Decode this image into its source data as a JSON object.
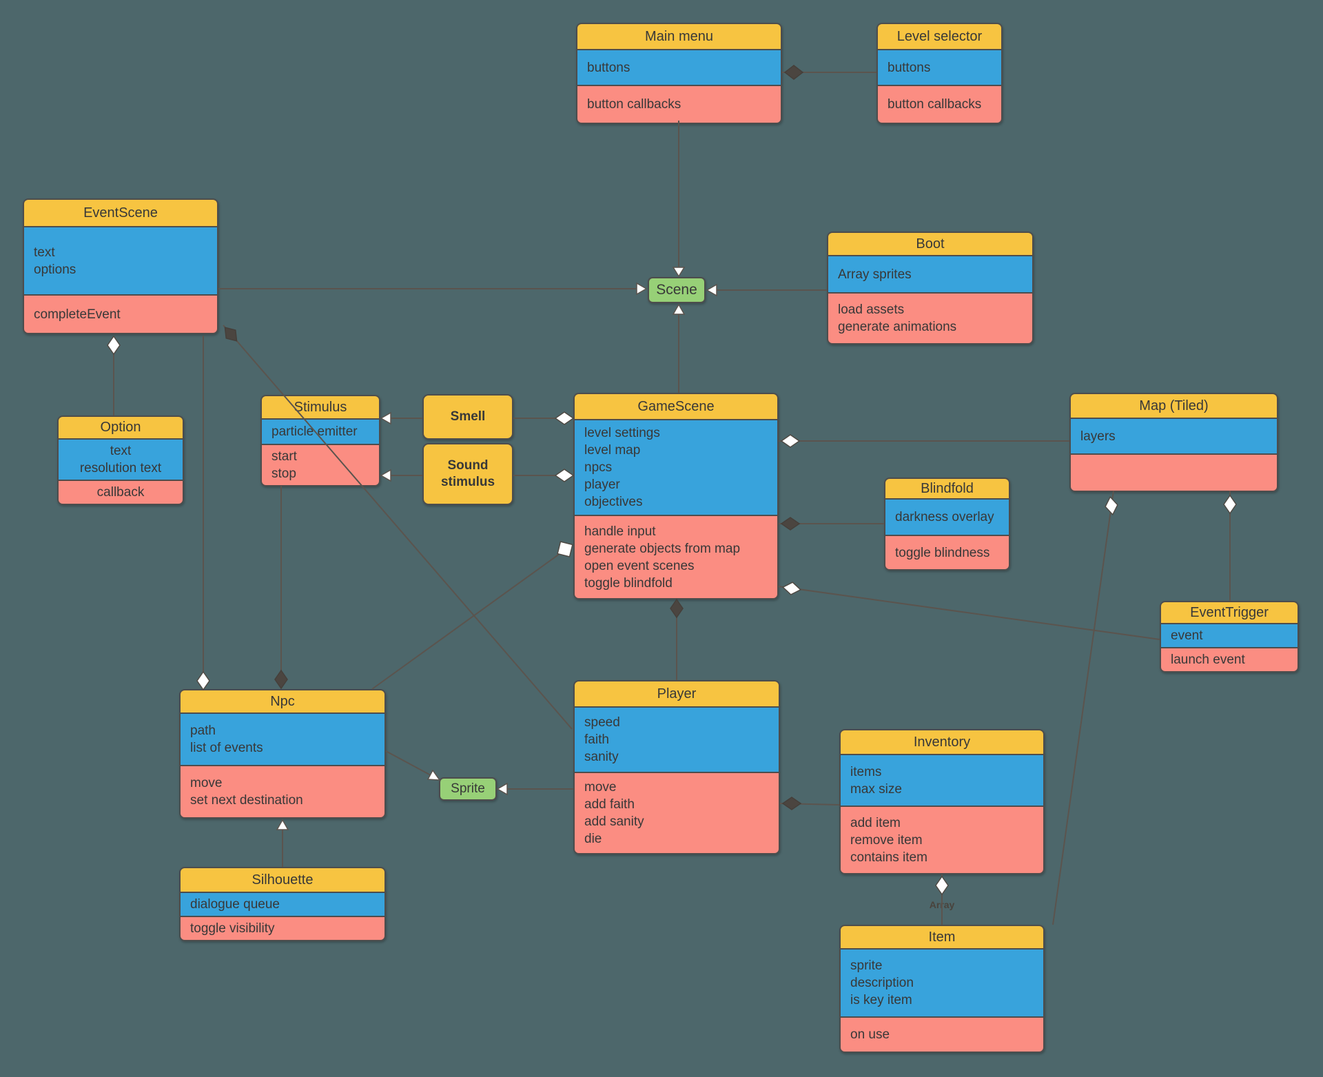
{
  "classes": {
    "main_menu": {
      "title": "Main menu",
      "attributes": [
        "buttons"
      ],
      "methods": [
        "button callbacks"
      ]
    },
    "level_selector": {
      "title": "Level selector",
      "attributes": [
        "buttons"
      ],
      "methods": [
        "button callbacks"
      ]
    },
    "event_scene": {
      "title": "EventScene",
      "attributes": [
        "text",
        "options"
      ],
      "methods": [
        "completeEvent"
      ]
    },
    "boot": {
      "title": "Boot",
      "attributes": [
        "Array sprites"
      ],
      "methods": [
        "load assets",
        "generate animations"
      ]
    },
    "option": {
      "title": "Option",
      "attributes": [
        "text",
        "resolution text"
      ],
      "methods": [
        "callback"
      ]
    },
    "stimulus": {
      "title": "Stimulus",
      "attributes": [
        "particle emitter"
      ],
      "methods": [
        "start",
        "stop"
      ]
    },
    "game_scene": {
      "title": "GameScene",
      "attributes": [
        "level settings",
        "level map",
        "npcs",
        "player",
        "objectives"
      ],
      "methods": [
        "handle input",
        "generate objects from map",
        "open event scenes",
        "toggle blindfold"
      ]
    },
    "map_tiled": {
      "title": "Map (Tiled)",
      "attributes": [
        "layers"
      ],
      "methods": []
    },
    "blindfold": {
      "title": "Blindfold",
      "attributes": [
        "darkness overlay"
      ],
      "methods": [
        "toggle blindness"
      ]
    },
    "event_trigger": {
      "title": "EventTrigger",
      "attributes": [
        "event"
      ],
      "methods": [
        "launch event"
      ]
    },
    "npc": {
      "title": "Npc",
      "attributes": [
        "path",
        "list of events"
      ],
      "methods": [
        "move",
        "set next destination"
      ]
    },
    "player": {
      "title": "Player",
      "attributes": [
        "speed",
        "faith",
        "sanity"
      ],
      "methods": [
        "move",
        "add faith",
        "add sanity",
        "die"
      ]
    },
    "inventory": {
      "title": "Inventory",
      "attributes": [
        "items",
        "max size"
      ],
      "methods": [
        "add item",
        "remove item",
        "contains item"
      ]
    },
    "silhouette": {
      "title": "Silhouette",
      "attributes": [
        "dialogue queue"
      ],
      "methods": [
        "toggle visibility"
      ]
    },
    "item": {
      "title": "Item",
      "attributes": [
        "sprite",
        "description",
        "is key item"
      ],
      "methods": [
        "on use"
      ]
    }
  },
  "nodes": {
    "scene": {
      "label": "Scene"
    },
    "sprite": {
      "label": "Sprite"
    },
    "smell": {
      "label": "Smell"
    },
    "sound_stimulus": {
      "label": "Sound stimulus"
    }
  },
  "labels": {
    "array_label": "Array"
  },
  "colors": {
    "background": "#4d676b",
    "header_yellow": "#f7c441",
    "attribute_blue": "#38a3dc",
    "method_red": "#fb8d82",
    "node_green": "#97d077",
    "connector": "#5b544e",
    "box_border": "#4d4d4d"
  },
  "connections": [
    {
      "from": "Main menu",
      "to": "Scene",
      "type": "inheritance"
    },
    {
      "from": "EventScene",
      "to": "Scene",
      "type": "inheritance"
    },
    {
      "from": "Boot",
      "to": "Scene",
      "type": "inheritance"
    },
    {
      "from": "GameScene",
      "to": "Scene",
      "type": "inheritance"
    },
    {
      "from": "Main menu",
      "to": "Level selector",
      "type": "composition"
    },
    {
      "from": "EventScene",
      "to": "Option",
      "type": "aggregation"
    },
    {
      "from": "EventScene",
      "to": "Player",
      "type": "composition"
    },
    {
      "from": "Npc",
      "to": "EventScene",
      "type": "aggregation"
    },
    {
      "from": "Npc",
      "to": "Stimulus",
      "type": "composition"
    },
    {
      "from": "GameScene",
      "to": "Npc",
      "type": "aggregation"
    },
    {
      "from": "GameScene",
      "to": "Smell",
      "type": "aggregation"
    },
    {
      "from": "GameScene",
      "to": "Sound stimulus",
      "type": "aggregation"
    },
    {
      "from": "Smell",
      "to": "Stimulus",
      "type": "inheritance"
    },
    {
      "from": "Sound stimulus",
      "to": "Stimulus",
      "type": "inheritance"
    },
    {
      "from": "GameScene",
      "to": "Map (Tiled)",
      "type": "aggregation"
    },
    {
      "from": "GameScene",
      "to": "Blindfold",
      "type": "composition"
    },
    {
      "from": "GameScene",
      "to": "EventTrigger",
      "type": "aggregation"
    },
    {
      "from": "GameScene",
      "to": "Player",
      "type": "composition"
    },
    {
      "from": "Player",
      "to": "Inventory",
      "type": "composition"
    },
    {
      "from": "Inventory",
      "to": "Item",
      "type": "aggregation",
      "label": "Array"
    },
    {
      "from": "Map (Tiled)",
      "to": "Item",
      "type": "aggregation"
    },
    {
      "from": "Map (Tiled)",
      "to": "EventTrigger",
      "type": "aggregation"
    },
    {
      "from": "Npc",
      "to": "Sprite",
      "type": "inheritance"
    },
    {
      "from": "Player",
      "to": "Sprite",
      "type": "inheritance"
    },
    {
      "from": "Silhouette",
      "to": "Npc",
      "type": "inheritance"
    }
  ]
}
